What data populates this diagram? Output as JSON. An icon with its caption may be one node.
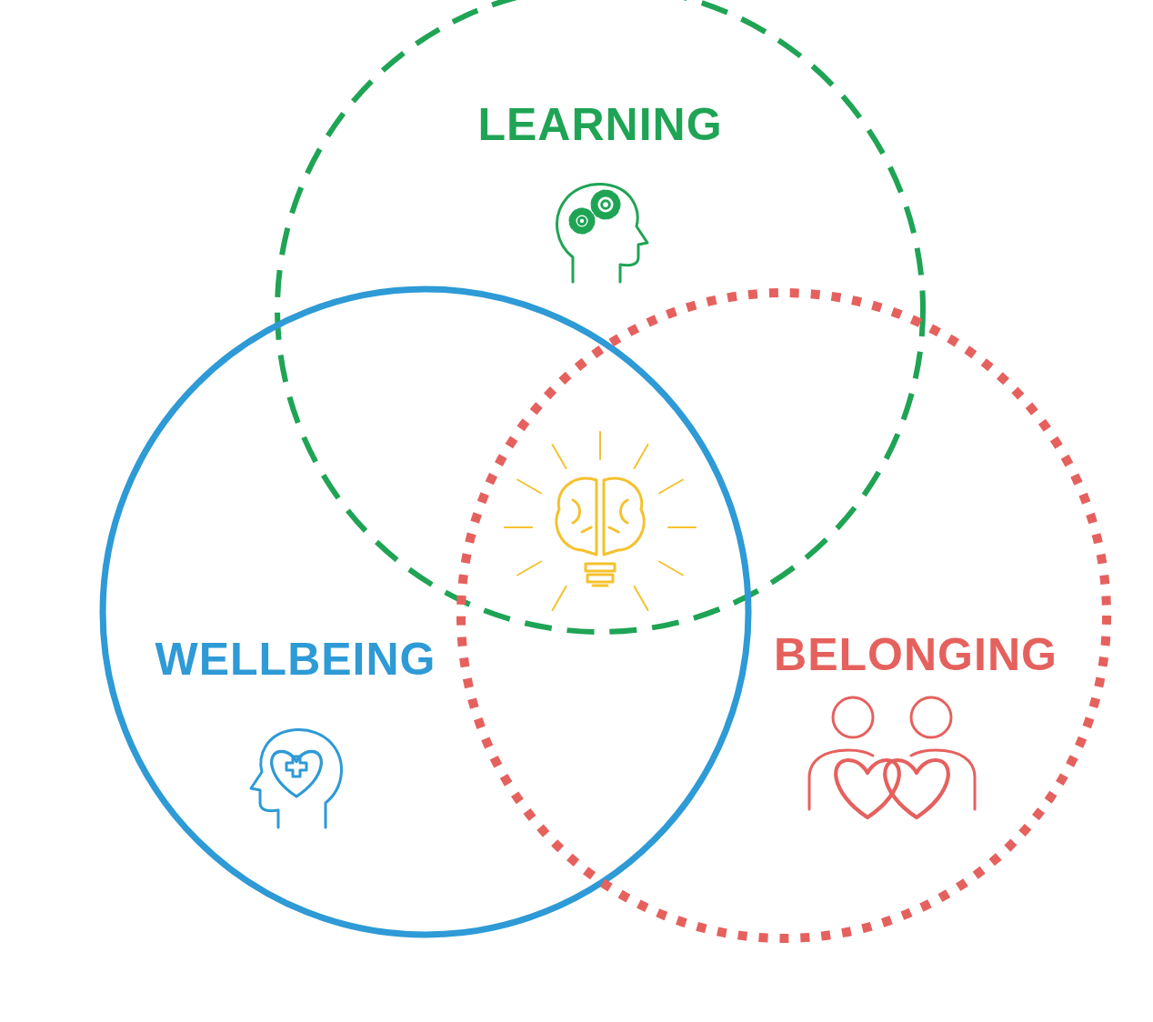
{
  "diagram": {
    "nodes": [
      {
        "text": [
          "LEARNING"
        ]
      },
      {
        "text": [
          "WELLBEING"
        ]
      },
      {
        "text": [
          "BELONGING"
        ]
      }
    ]
  }
}
